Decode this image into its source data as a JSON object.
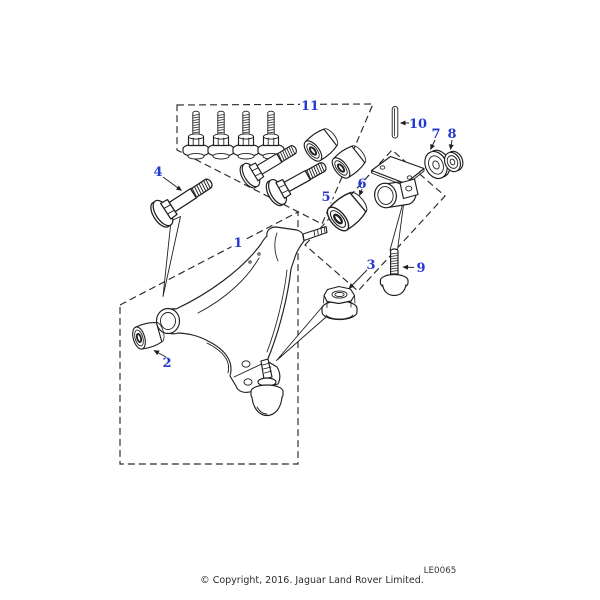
{
  "diagram": {
    "code": "LE0065",
    "callouts": [
      {
        "label": "1"
      },
      {
        "label": "2"
      },
      {
        "label": "3"
      },
      {
        "label": "4"
      },
      {
        "label": "5"
      },
      {
        "label": "6"
      },
      {
        "label": "7"
      },
      {
        "label": "8"
      },
      {
        "label": "9"
      },
      {
        "label": "10"
      },
      {
        "label": "11"
      }
    ],
    "colors": {
      "callout_blue": "#2438cf",
      "line_black": "#1f1f1f",
      "background": "#ffffff"
    }
  },
  "footer": {
    "copyright": "© Copyright, 2016. Jaguar Land Rover Limited."
  }
}
